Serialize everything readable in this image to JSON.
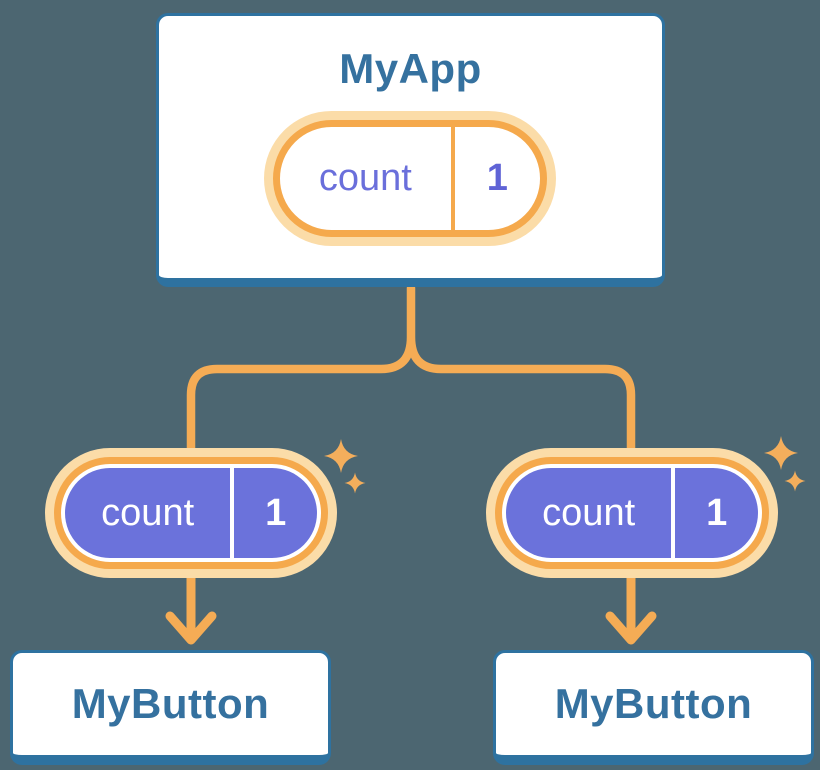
{
  "diagram": {
    "description": "React component tree with state passed down as props",
    "background_color": "#4C6671",
    "colors": {
      "card_border_blue": "#2E72A0",
      "title_text_blue": "#35719F",
      "connector_orange": "#F5AC55",
      "pill_border_orange": "#F5A94C",
      "pill_glow": "#FBDCA8",
      "pill_purple": "#6B72DB",
      "pill_text_indigo": "#6A6FDB",
      "sparkle_orange": "#F4AE5C",
      "card_fill": "#FFFFFF"
    },
    "root": {
      "title": "MyApp",
      "state_pill": {
        "label": "count",
        "value": "1"
      }
    },
    "children": [
      {
        "title": "MyButton",
        "prop_pill": {
          "label": "count",
          "value": "1"
        }
      },
      {
        "title": "MyButton",
        "prop_pill": {
          "label": "count",
          "value": "1"
        }
      }
    ]
  }
}
